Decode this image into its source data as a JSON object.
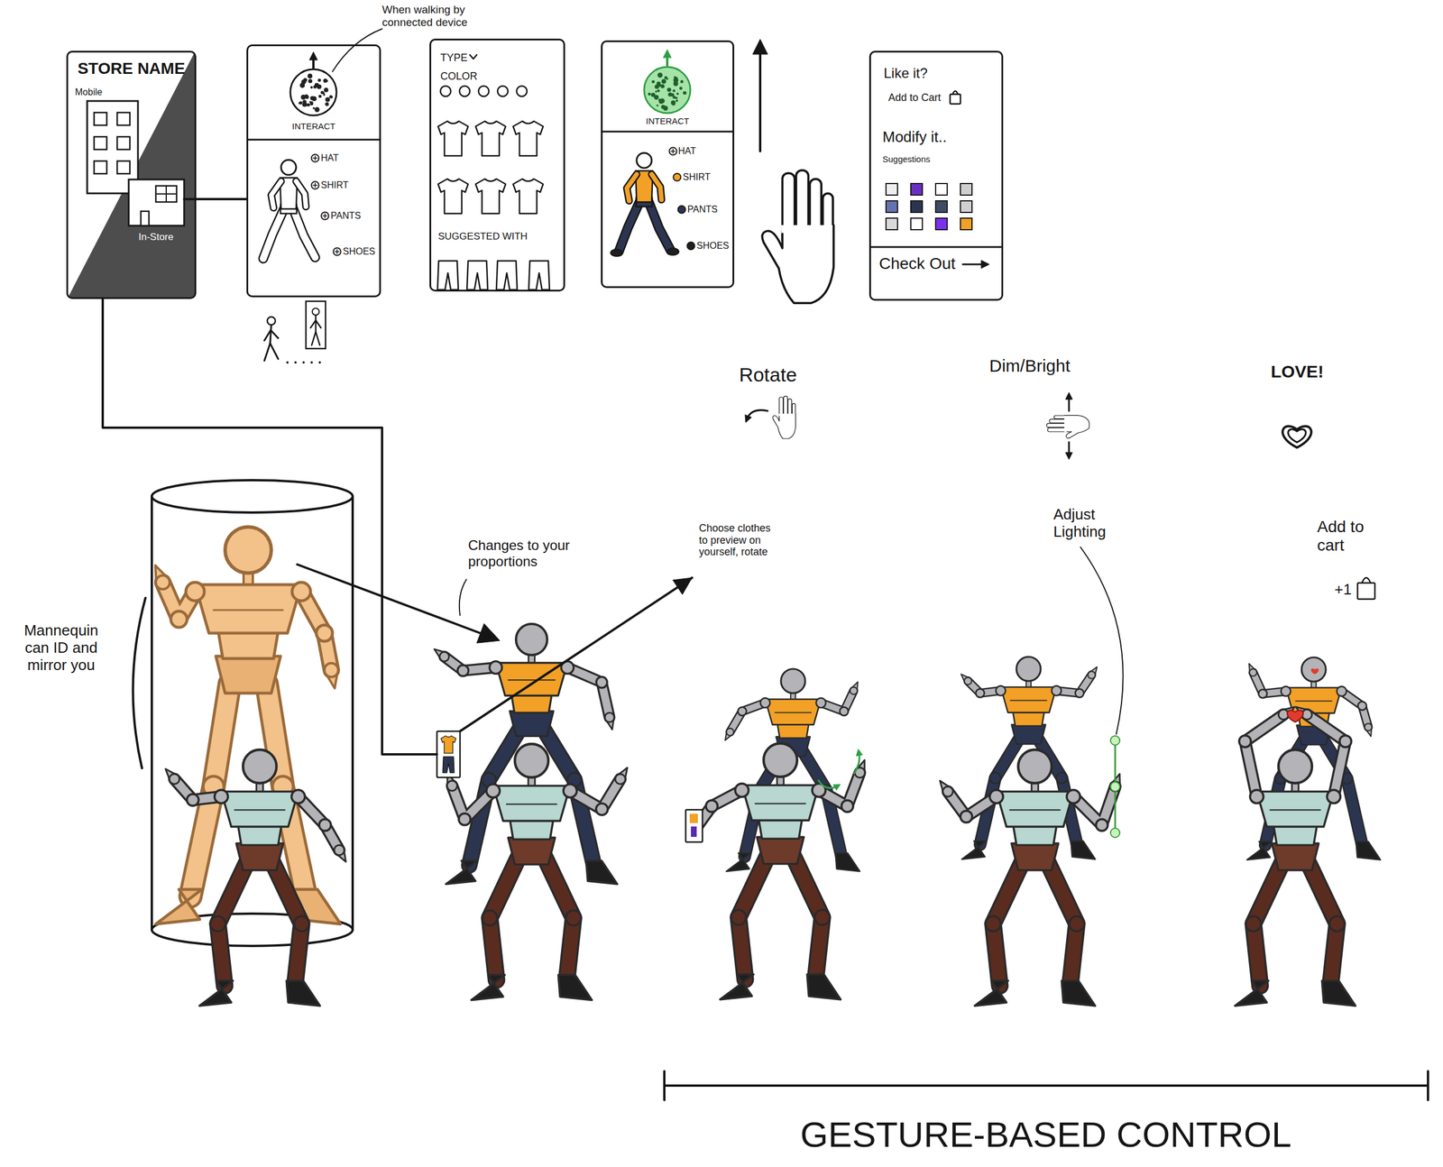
{
  "diagram": {
    "nodes": [
      {
        "text": [
          "STORE NAME",
          "Mobile",
          "In-Store"
        ]
      },
      {
        "text": [
          "INTERACT",
          "HAT",
          "SHIRT",
          "PANTS",
          "SHOES"
        ]
      },
      {
        "text": [
          "TYPE",
          "COLOR",
          "SUGGESTED WITH"
        ]
      },
      {
        "text": [
          "INTERACT",
          "HAT",
          "SHIRT",
          "PANTS",
          "SHOES"
        ]
      },
      {
        "text": [
          "Like it?",
          "Add to Cart",
          "Modify it..",
          "Suggestions",
          "Check Out"
        ]
      },
      {
        "text": [
          "Changes to your proportions"
        ]
      },
      {
        "text": [
          "Rotate",
          "Choose clothes to preview on yourself, rotate"
        ]
      },
      {
        "text": [
          "Dim/Bright",
          "Adjust Lighting"
        ]
      },
      {
        "text": [
          "LOVE!",
          "Add to cart",
          "+1"
        ]
      }
    ],
    "edges": [
      {
        "from": 0,
        "to": 1,
        "arrow": "none"
      },
      {
        "from": 0,
        "to": 5,
        "arrow": "none"
      },
      {
        "from": 5,
        "to": 6,
        "arrow": "to"
      }
    ],
    "labels": [
      "When walking by connected device",
      "Mannequin can ID and mirror you",
      "GESTURE-BASED CONTROL"
    ]
  }
}
